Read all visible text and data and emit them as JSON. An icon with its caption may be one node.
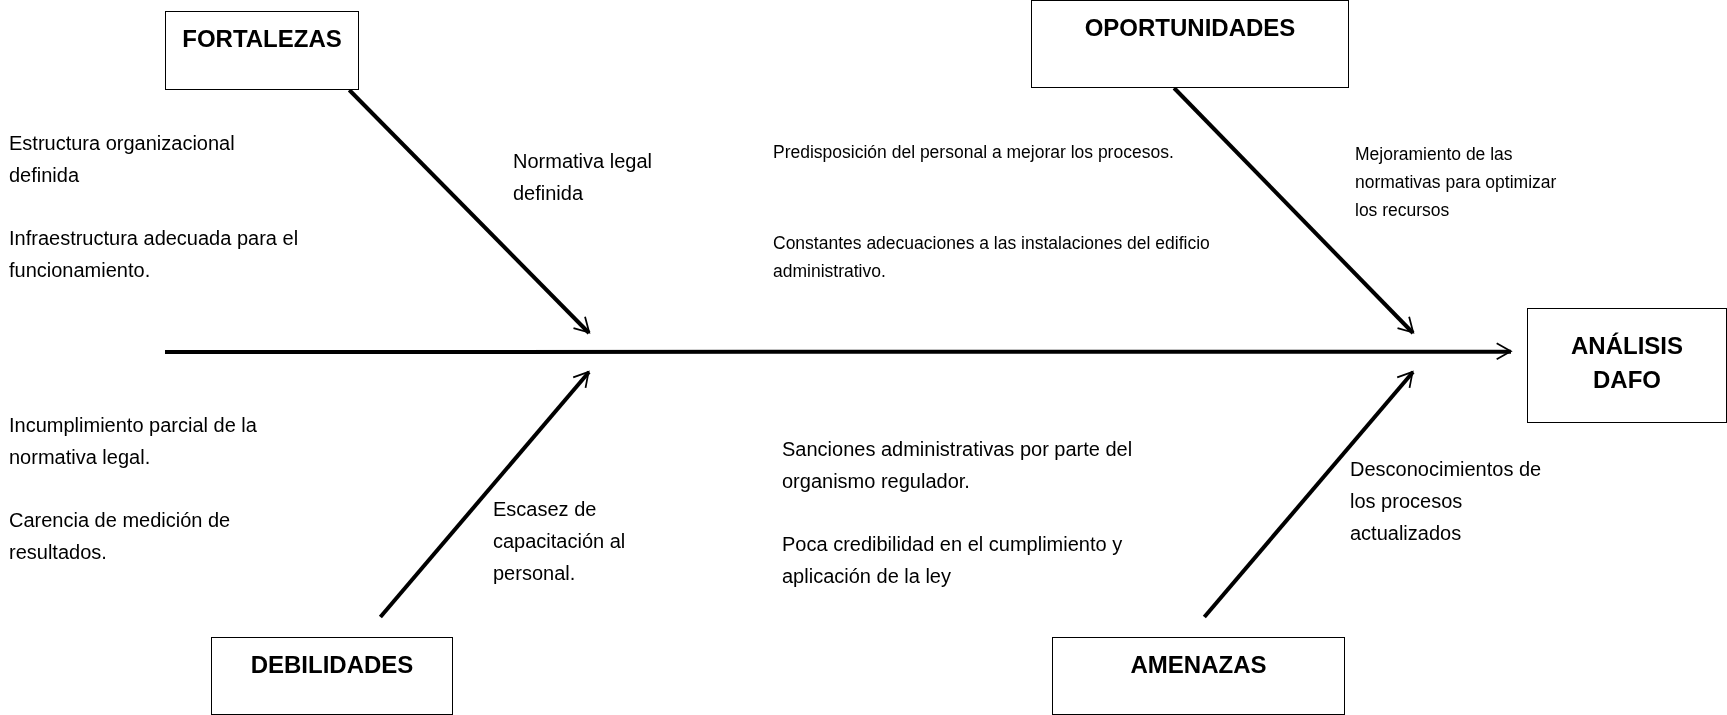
{
  "diagram": {
    "nodes": [
      {
        "text": [
          "FORTALEZAS"
        ]
      },
      {
        "text": [
          "OPORTUNIDADES"
        ]
      },
      {
        "text": [
          "ANÁLISIS DAFO"
        ]
      },
      {
        "text": [
          "DEBILIDADES"
        ]
      },
      {
        "text": [
          "AMENAZAS"
        ]
      }
    ],
    "edges": [
      {
        "from": null,
        "to": 2,
        "arrow": "to"
      },
      {
        "from": 0,
        "to": null,
        "arrow": "to"
      },
      {
        "from": 1,
        "to": null,
        "arrow": "to"
      },
      {
        "from": 3,
        "to": null,
        "arrow": "to"
      },
      {
        "from": 4,
        "to": null,
        "arrow": "to"
      }
    ],
    "labels": [
      "Estructura organizacional definida",
      "Normativa legal definida",
      "Predisposición del personal a mejorar los procesos.",
      "Mejoramiento de las normativas para optimizar los recursos",
      "Infraestructura adecuada para el funcionamiento.",
      "Constantes adecuaciones a las instalaciones del edificio administrativo.",
      "Incumplimiento parcial de la normativa legal.",
      "Sanciones administrativas por parte del organismo regulador.",
      "Desconocimientos de los procesos actualizados",
      "Carencia de medición de resultados.",
      "Escasez de capacitación al personal.",
      "Poca credibilidad en el cumplimiento y aplicación de la ley"
    ]
  }
}
